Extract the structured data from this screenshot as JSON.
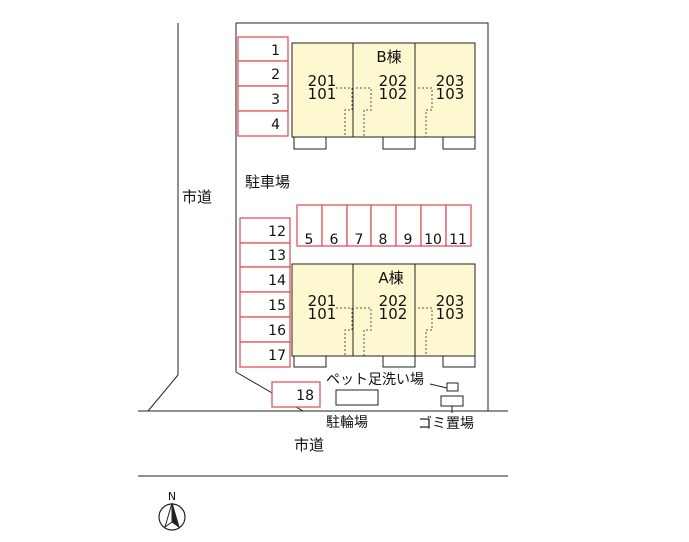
{
  "roads": {
    "left": "市道",
    "bottom": "市道"
  },
  "parking_area_label": "駐車場",
  "parking_spaces": [
    "1",
    "2",
    "3",
    "4",
    "5",
    "6",
    "7",
    "8",
    "9",
    "10",
    "11",
    "12",
    "13",
    "14",
    "15",
    "16",
    "17",
    "18"
  ],
  "buildings": {
    "b": {
      "name": "B棟",
      "units_upper": [
        "201",
        "202",
        "203"
      ],
      "units_lower": [
        "101",
        "102",
        "103"
      ]
    },
    "a": {
      "name": "A棟",
      "units_upper": [
        "201",
        "202",
        "203"
      ],
      "units_lower": [
        "101",
        "102",
        "103"
      ]
    }
  },
  "facilities": {
    "pet_wash": "ペット足洗い場",
    "bicycle_parking": "駐輪場",
    "garbage": "ゴミ置場"
  },
  "compass": {
    "north": "N"
  },
  "colors": {
    "parking_stroke": "#e2545e",
    "building_fill": "#fdf8d0"
  }
}
